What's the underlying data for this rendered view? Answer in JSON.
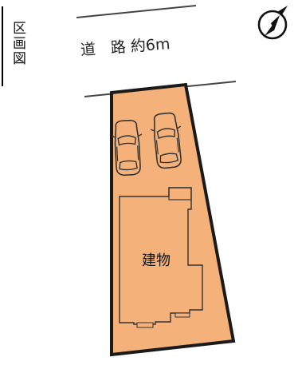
{
  "title": "区画図",
  "road": {
    "label": "道　路 約6m"
  },
  "building": {
    "label": "建物"
  },
  "colors": {
    "lot_fill": "#F4B27A",
    "building_fill": "#F4B27A",
    "outline": "#1A1A1A",
    "line": "#444444"
  },
  "icons": [
    "compass-icon",
    "car-icon"
  ]
}
